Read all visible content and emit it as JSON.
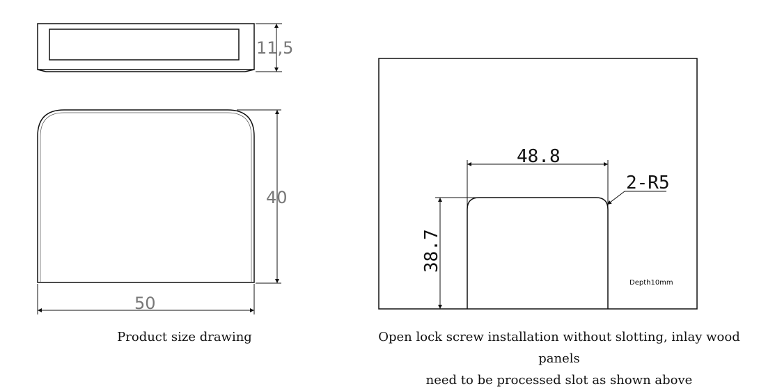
{
  "product_drawing": {
    "top_view_height_dim": "11,5",
    "front_view_height_dim": "40",
    "front_view_width_dim": "50",
    "caption": "Product size drawing"
  },
  "slot_drawing": {
    "slot_width_dim": "48.8",
    "radius_dim": "2-R5",
    "slot_height_dim": "38.7",
    "depth_note": "Depth10mm",
    "caption_line1": "Open lock screw installation without slotting, inlay wood panels",
    "caption_line2": "need to be processed slot as shown above"
  }
}
